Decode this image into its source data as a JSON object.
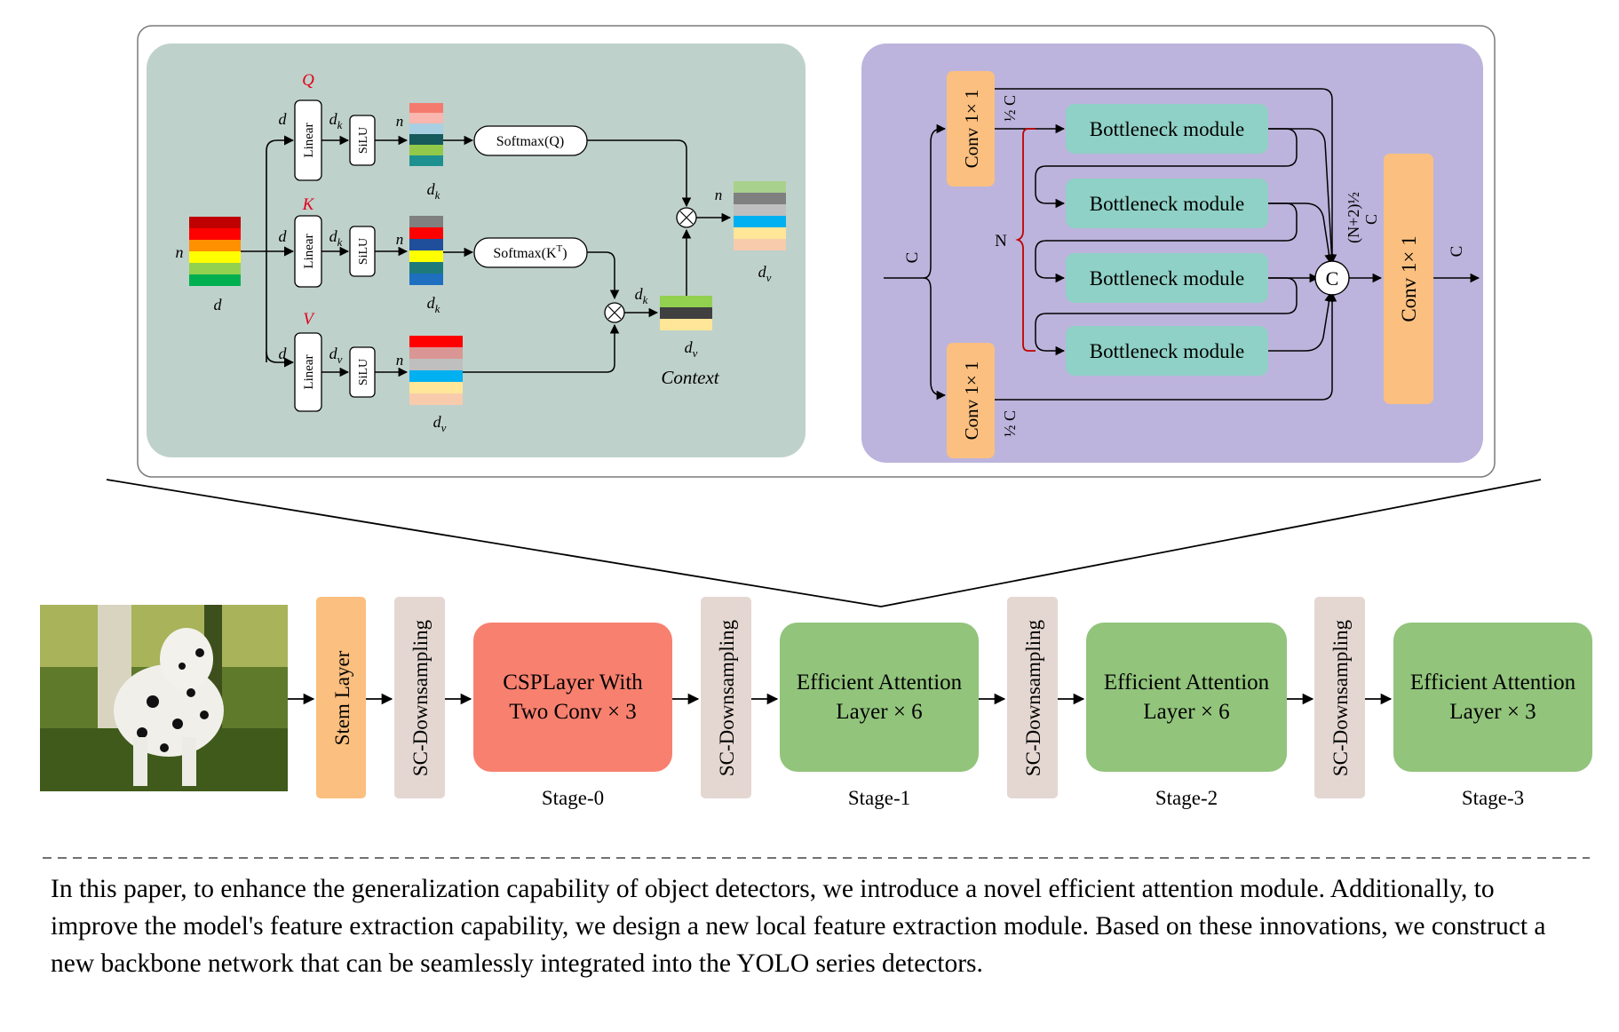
{
  "attention": {
    "q_label": "Q",
    "k_label": "K",
    "v_label": "V",
    "linear": "Linear",
    "silu": "SiLU",
    "d": "d",
    "n": "n",
    "dk": "d",
    "dk_sub": "k",
    "dv": "d",
    "dv_sub": "v",
    "softmax_q": "Softmax(Q)",
    "softmax_k": "Softmax(K",
    "softmax_k_sup": "T",
    "softmax_k_close": ")",
    "context": "Context",
    "multiply": "⊗"
  },
  "csp": {
    "conv_top": "Conv 1× 1",
    "conv_bottom": "Conv 1× 1",
    "conv_right": "Conv 1× 1",
    "half_c": "½ C",
    "c": "C",
    "n": "N",
    "n2_half": "(N+2)½",
    "concat": "C",
    "bottlenecks": [
      "Bottleneck module",
      "Bottleneck module",
      "Bottleneck module",
      "Bottleneck module"
    ]
  },
  "backbone": {
    "stem": "Stem Layer",
    "downsampling": "SC-Downsampling",
    "stages": [
      {
        "line1": "CSPLayer With",
        "line2": "Two Conv × 3",
        "label": "Stage-0"
      },
      {
        "line1": "Efficient Attention",
        "line2": "Layer × 6",
        "label": "Stage-1"
      },
      {
        "line1": "Efficient Attention",
        "line2": "Layer × 6",
        "label": "Stage-2"
      },
      {
        "line1": "Efficient Attention",
        "line2": "Layer × 3",
        "label": "Stage-3"
      }
    ]
  },
  "caption": "In this paper, to enhance the generalization capability of object detectors, we introduce a novel efficient attention module. Additionally, to improve the model's feature extraction capability, we design a new local feature extraction module. Based on these innovations, we construct a new backbone network that can be seamlessly integrated into the YOLO series detectors.",
  "colors": {
    "attention_panel": "#bfd1cb",
    "csp_panel": "#bcb4dc",
    "orange": "#fbbf7f",
    "bottleneck": "#8fd1c6",
    "stage_green": "#92c47c",
    "stage_red": "#f8806f",
    "downsampling": "#e4d7d1",
    "q_red": "#e0001a"
  }
}
